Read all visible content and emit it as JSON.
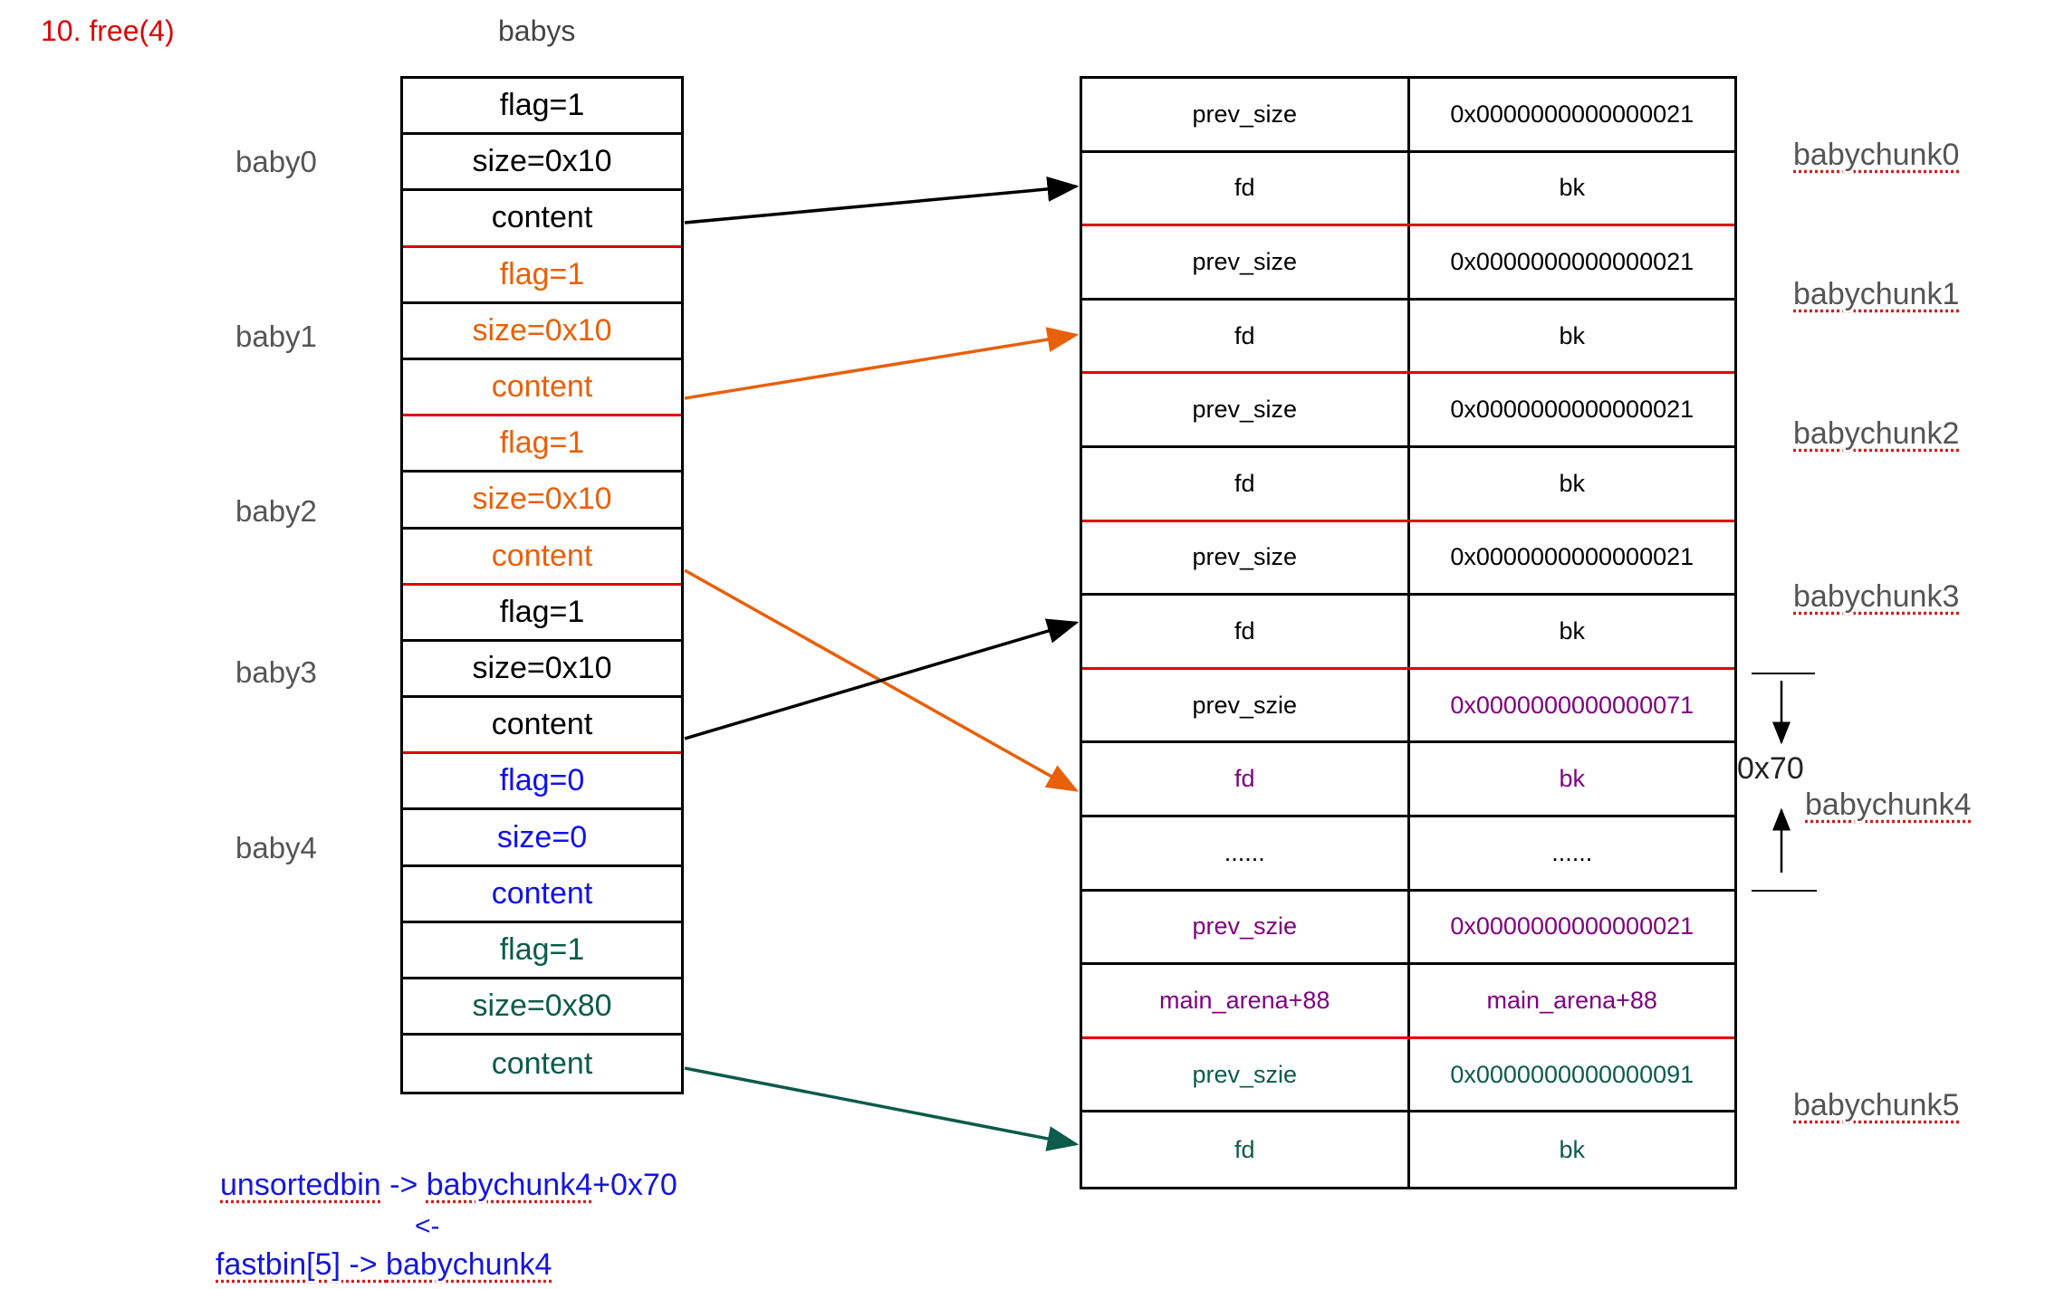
{
  "title": "10. free(4)",
  "babys_title": "babys",
  "colors": {
    "black": "#000000",
    "orange": "#e8600a",
    "blue": "#1010ee",
    "green": "#0c5b4c",
    "purple": "#800080",
    "red": "#e00000"
  },
  "baby_labels": [
    "baby0",
    "baby1",
    "baby2",
    "baby3",
    "baby4"
  ],
  "babys_rows": [
    {
      "text": "flag=1",
      "color": "#000000",
      "red_bottom": false
    },
    {
      "text": "size=0x10",
      "color": "#000000",
      "red_bottom": false
    },
    {
      "text": "content",
      "color": "#000000",
      "red_bottom": true
    },
    {
      "text": "flag=1",
      "color": "#e8600a",
      "red_bottom": false
    },
    {
      "text": "size=0x10",
      "color": "#e8600a",
      "red_bottom": false
    },
    {
      "text": "content",
      "color": "#e8600a",
      "red_bottom": true
    },
    {
      "text": "flag=1",
      "color": "#e8600a",
      "red_bottom": false
    },
    {
      "text": "size=0x10",
      "color": "#e8600a",
      "red_bottom": false
    },
    {
      "text": "content",
      "color": "#e8600a",
      "red_bottom": true
    },
    {
      "text": "flag=1",
      "color": "#000000",
      "red_bottom": false
    },
    {
      "text": "size=0x10",
      "color": "#000000",
      "red_bottom": false
    },
    {
      "text": "content",
      "color": "#000000",
      "red_bottom": true
    },
    {
      "text": "flag=0",
      "color": "#1010ee",
      "red_bottom": false
    },
    {
      "text": "size=0",
      "color": "#1010ee",
      "red_bottom": false
    },
    {
      "text": "content",
      "color": "#1010ee",
      "red_bottom": false
    },
    {
      "text": "flag=1",
      "color": "#0c5b4c",
      "red_bottom": false
    },
    {
      "text": "size=0x80",
      "color": "#0c5b4c",
      "red_bottom": false
    },
    {
      "text": "content",
      "color": "#0c5b4c",
      "red_bottom": false
    }
  ],
  "chunk_rows": [
    {
      "left": "prev_size",
      "right": "0x0000000000000021",
      "left_color": "#000000",
      "right_color": "#000000",
      "red_bottom": false
    },
    {
      "left": "fd",
      "right": "bk",
      "left_color": "#000000",
      "right_color": "#000000",
      "red_bottom": true
    },
    {
      "left": "prev_size",
      "right": "0x0000000000000021",
      "left_color": "#000000",
      "right_color": "#000000",
      "red_bottom": false
    },
    {
      "left": "fd",
      "right": "bk",
      "left_color": "#000000",
      "right_color": "#000000",
      "red_bottom": true
    },
    {
      "left": "prev_size",
      "right": "0x0000000000000021",
      "left_color": "#000000",
      "right_color": "#000000",
      "red_bottom": false
    },
    {
      "left": "fd",
      "right": "bk",
      "left_color": "#000000",
      "right_color": "#000000",
      "red_bottom": true
    },
    {
      "left": "prev_size",
      "right": "0x0000000000000021",
      "left_color": "#000000",
      "right_color": "#000000",
      "red_bottom": false
    },
    {
      "left": "fd",
      "right": "bk",
      "left_color": "#000000",
      "right_color": "#000000",
      "red_bottom": true
    },
    {
      "left": "prev_szie",
      "right": "0x0000000000000071",
      "left_color": "#000000",
      "right_color": "#800080",
      "red_bottom": false
    },
    {
      "left": "fd",
      "right": "bk",
      "left_color": "#800080",
      "right_color": "#800080",
      "red_bottom": false
    },
    {
      "left": "......",
      "right": "......",
      "left_color": "#000000",
      "right_color": "#000000",
      "red_bottom": false
    },
    {
      "left": "prev_szie",
      "right": "0x0000000000000021",
      "left_color": "#800080",
      "right_color": "#800080",
      "red_bottom": false
    },
    {
      "left": "main_arena+88",
      "right": "main_arena+88",
      "left_color": "#800080",
      "right_color": "#800080",
      "red_bottom": true
    },
    {
      "left": "prev_szie",
      "right": "0x0000000000000091",
      "left_color": "#0c5b4c",
      "right_color": "#0c5b4c",
      "red_bottom": false
    },
    {
      "left": "fd",
      "right": "bk",
      "left_color": "#0c5b4c",
      "right_color": "#0c5b4c",
      "red_bottom": false
    }
  ],
  "chunk_labels": [
    "babychunk0",
    "babychunk1",
    "babychunk2",
    "babychunk3",
    "babychunk4",
    "babychunk5"
  ],
  "size_annotation": "0x70",
  "notes": {
    "line1_a": "unsortedbin",
    "line1_b": " -> ",
    "line1_c": "babychunk4",
    "line1_d": "+0x70",
    "line2": "<-",
    "line3_a": "fastbin[5] -> ",
    "line3_b": "babychunk4"
  }
}
